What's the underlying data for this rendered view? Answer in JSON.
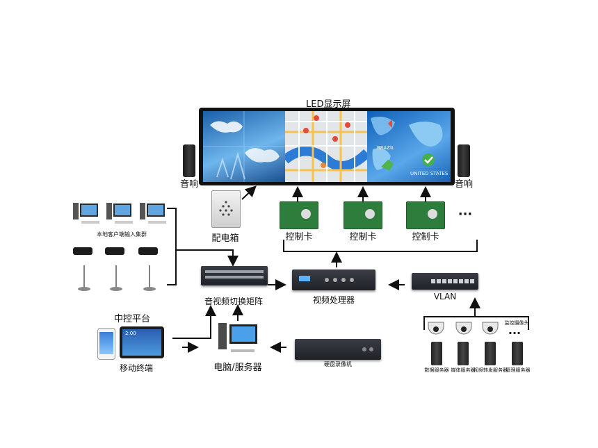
{
  "led_title": "LED显示屏",
  "speaker_left": "音响",
  "speaker_right": "音响",
  "distribution_box": "配电箱",
  "control_cards": [
    "控制卡",
    "控制卡",
    "控制卡"
  ],
  "ellipsis_cards": "···",
  "local_input_cluster": "本地客户端输入集群",
  "av_matrix": "音视频切换矩阵",
  "video_processor": "视频处理器",
  "vlan": "VLAN",
  "central_control": "中控平台",
  "mobile_terminal": "移动终端",
  "pc_server": "电脑/服务器",
  "nvr": "硬盘录像机",
  "surveillance_camera": "监控摄像头",
  "ellipsis_cameras": "···",
  "servers": [
    "数据服务器",
    "媒体服务器",
    "视频转发服务器",
    "管理服务器"
  ],
  "map_labels": {
    "brazil": "BRAZIL",
    "usa": "UNITED STATES"
  },
  "tablet_time": "2:00"
}
